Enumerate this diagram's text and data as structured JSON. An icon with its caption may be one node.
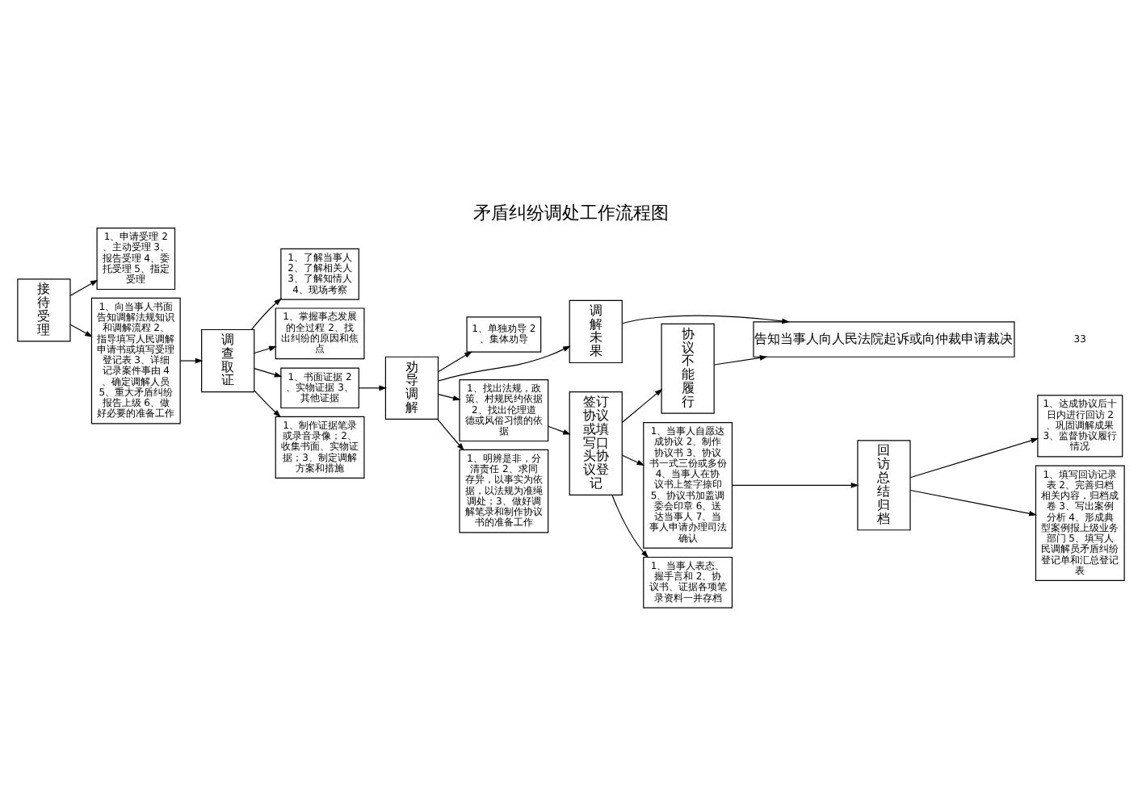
{
  "diagram": {
    "title": "矛盾纠纷调处工作流程图",
    "nodes": [
      {
        "text": [
          "接待受理"
        ]
      },
      {
        "text": [
          "1、申请受理 2、主动受理 3、报告受理 4、委托受理 5、指定受理"
        ]
      },
      {
        "text": [
          "1、向当事人书面告知调解法规知识和调解流程 2、指导填写人民调解申请书或填写受理登记表 3、详细记录案件事由 4、确定调解人员 5、重大矛盾纠纷报告上级 6、做好必要的准备工作"
        ]
      },
      {
        "text": [
          "调查取证"
        ]
      },
      {
        "text": [
          "1、了解当事人 2、了解相关人 3、了解知情人 4、现场考察"
        ]
      },
      {
        "text": [
          "1、掌握事态发展的全过程 2、找出纠纷的原因和焦点"
        ]
      },
      {
        "text": [
          "1、书面证据 2、实物证据 3、其他证据"
        ]
      },
      {
        "text": [
          "1、制作证据笔录或录音录像；2、收集书面、实物证据；3、制定调解方案和措施"
        ]
      },
      {
        "text": [
          "劝导调解"
        ]
      },
      {
        "text": [
          "1、单独劝导 2、集体劝导"
        ]
      },
      {
        "text": [
          "1、找出法规，政策、村规民约依据 2、找出伦理道德或风俗习惯的依据"
        ]
      },
      {
        "text": [
          "1、明辨是非，分清责任 2、求同存异，以事实为依据，以法规为准绳调处；3、做好调解笔录和制作协议书的准备工作"
        ]
      },
      {
        "text": [
          "调解未果"
        ]
      },
      {
        "text": [
          "签订协议或填写口头协议登记"
        ]
      },
      {
        "text": [
          "协议不能履行"
        ]
      },
      {
        "text": [
          "1、当事人自愿达成协议 2、制作协议书 3、协议书一式三份或多份 4、当事人在协议书上签字捺印 5、协议书加盖调委会印章 6、送达当事人 7、当事人申请办理司法确认"
        ]
      },
      {
        "text": [
          "1、当事人表态、握手言和 2、协议书、证据各项笔录资料一并存档"
        ]
      },
      {
        "text": [
          "回访总结归档"
        ]
      },
      {
        "text": [
          "1、达成协议后十日内进行回访 2、巩固调解成果 3、监督协议履行情况"
        ]
      },
      {
        "text": [
          "1、填写回访记录表 2、完善归档相关内容，归档成卷 3、写出案例分析 4、形成典型案例报上级业务部门 5、填写人民调解员矛盾纠纷登记单和汇总登记表"
        ]
      },
      {
        "text": [
          "告知当事人向人民法院起诉或向仲裁申请裁决"
        ]
      }
    ],
    "edges": [
      {
        "from": 0,
        "to": 1,
        "arrow": "to"
      },
      {
        "from": 0,
        "to": 2,
        "arrow": "to"
      },
      {
        "from": 2,
        "to": 3,
        "arrow": "to"
      },
      {
        "from": 3,
        "to": 4,
        "arrow": "to"
      },
      {
        "from": 3,
        "to": 5,
        "arrow": "to"
      },
      {
        "from": 3,
        "to": 6,
        "arrow": "to"
      },
      {
        "from": 3,
        "to": 7,
        "arrow": "to"
      },
      {
        "from": 6,
        "to": 8,
        "arrow": "to"
      },
      {
        "from": 8,
        "to": 9,
        "arrow": "to"
      },
      {
        "from": 8,
        "to": 10,
        "arrow": "to"
      },
      {
        "from": 8,
        "to": 11,
        "arrow": "to"
      },
      {
        "from": 8,
        "to": 12,
        "arrow": "to"
      },
      {
        "from": 12,
        "to": 20,
        "arrow": "to"
      },
      {
        "from": 10,
        "to": 13,
        "arrow": "to"
      },
      {
        "from": 13,
        "to": 14,
        "arrow": "to"
      },
      {
        "from": 14,
        "to": 20,
        "arrow": "to"
      },
      {
        "from": 13,
        "to": 15,
        "arrow": "to"
      },
      {
        "from": 13,
        "to": 16,
        "arrow": "to"
      },
      {
        "from": 15,
        "to": 17,
        "arrow": "to"
      },
      {
        "from": 17,
        "to": 18,
        "arrow": "to"
      },
      {
        "from": 17,
        "to": 19,
        "arrow": "to"
      }
    ],
    "labels": [
      "33"
    ]
  }
}
